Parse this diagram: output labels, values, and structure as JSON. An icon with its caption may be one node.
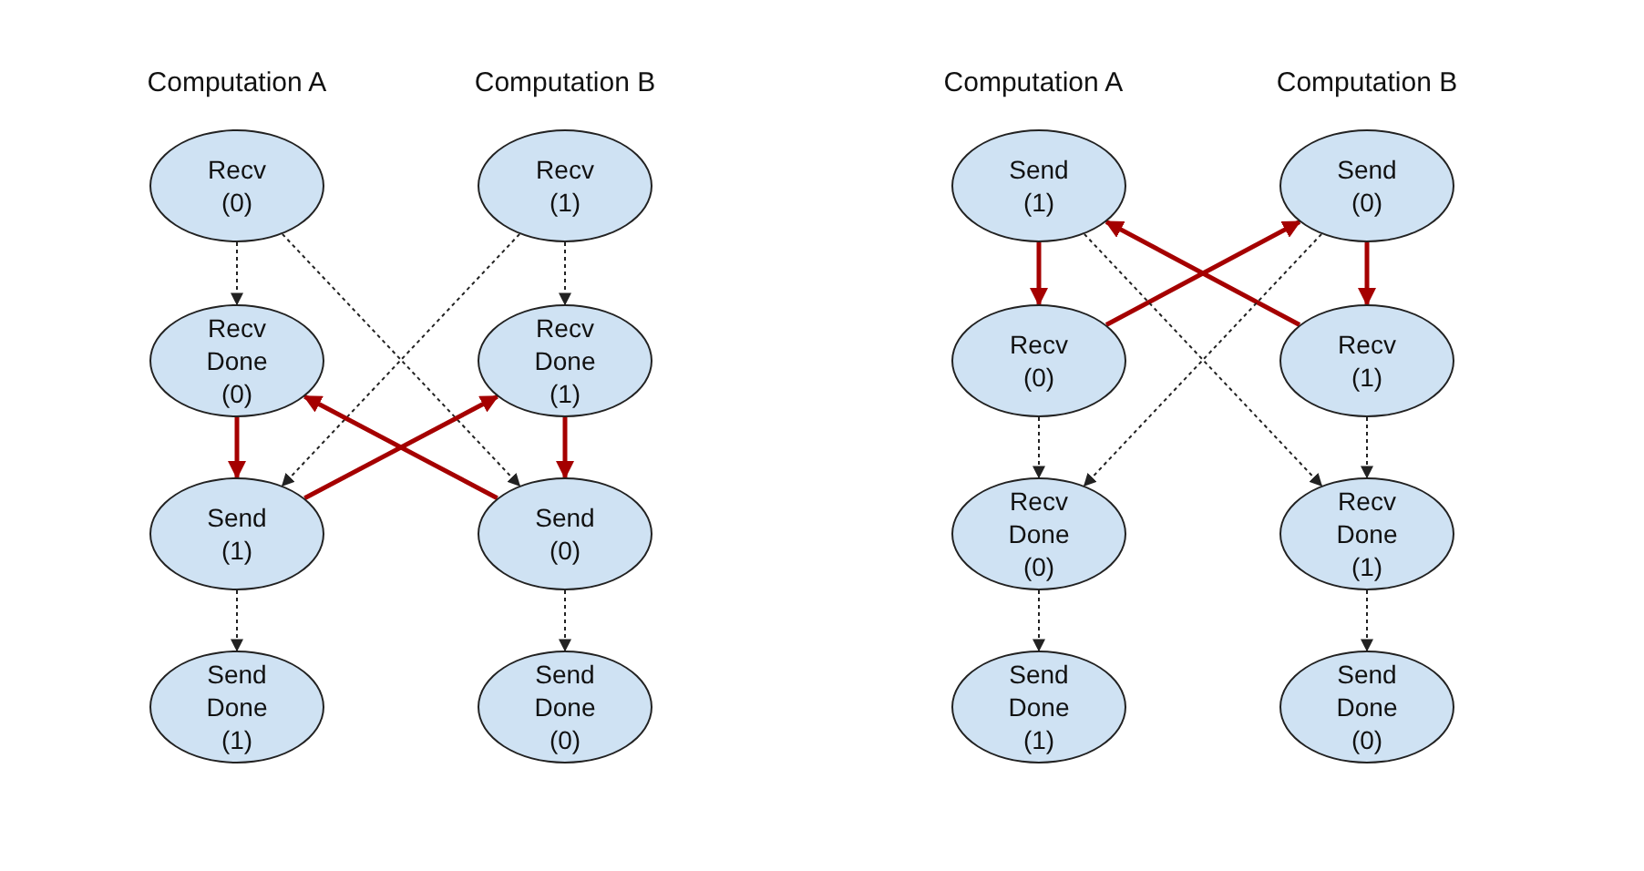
{
  "diagram": {
    "nodes": [
      {
        "text": [
          "Recv (0)"
        ]
      },
      {
        "text": [
          "Recv (1)"
        ]
      },
      {
        "text": [
          "Recv Done (0)"
        ]
      },
      {
        "text": [
          "Recv Done (1)"
        ]
      },
      {
        "text": [
          "Send (1)"
        ]
      },
      {
        "text": [
          "Send (0)"
        ]
      },
      {
        "text": [
          "Send Done (1)"
        ]
      },
      {
        "text": [
          "Send Done (0)"
        ]
      },
      {
        "text": [
          "Send (1)"
        ]
      },
      {
        "text": [
          "Send (0)"
        ]
      },
      {
        "text": [
          "Recv (0)"
        ]
      },
      {
        "text": [
          "Recv (1)"
        ]
      },
      {
        "text": [
          "Recv Done (0)"
        ]
      },
      {
        "text": [
          "Recv Done (1)"
        ]
      },
      {
        "text": [
          "Send Done (1)"
        ]
      },
      {
        "text": [
          "Send Done (0)"
        ]
      }
    ],
    "edges": [
      {
        "from": 0,
        "to": 2,
        "arrow": "to",
        "style": "dashed"
      },
      {
        "from": 0,
        "to": 5,
        "arrow": "to",
        "style": "dashed"
      },
      {
        "from": 1,
        "to": 3,
        "arrow": "to",
        "style": "dashed"
      },
      {
        "from": 1,
        "to": 4,
        "arrow": "to",
        "style": "dashed"
      },
      {
        "from": 2,
        "to": 4,
        "arrow": "to",
        "style": "thick",
        "color": "#a50000"
      },
      {
        "from": 3,
        "to": 5,
        "arrow": "to",
        "style": "thick",
        "color": "#a50000"
      },
      {
        "from": 4,
        "to": 3,
        "arrow": "to",
        "style": "thick",
        "color": "#a50000"
      },
      {
        "from": 5,
        "to": 2,
        "arrow": "to",
        "style": "thick",
        "color": "#a50000"
      },
      {
        "from": 4,
        "to": 6,
        "arrow": "to",
        "style": "dashed"
      },
      {
        "from": 5,
        "to": 7,
        "arrow": "to",
        "style": "dashed"
      },
      {
        "from": 8,
        "to": 10,
        "arrow": "to",
        "style": "thick",
        "color": "#a50000"
      },
      {
        "from": 9,
        "to": 11,
        "arrow": "to",
        "style": "thick",
        "color": "#a50000"
      },
      {
        "from": 10,
        "to": 9,
        "arrow": "to",
        "style": "thick",
        "color": "#a50000"
      },
      {
        "from": 11,
        "to": 8,
        "arrow": "to",
        "style": "thick",
        "color": "#a50000"
      },
      {
        "from": 8,
        "to": 13,
        "arrow": "to",
        "style": "dashed"
      },
      {
        "from": 9,
        "to": 12,
        "arrow": "to",
        "style": "dashed"
      },
      {
        "from": 10,
        "to": 12,
        "arrow": "to",
        "style": "dashed"
      },
      {
        "from": 11,
        "to": 13,
        "arrow": "to",
        "style": "dashed"
      },
      {
        "from": 12,
        "to": 14,
        "arrow": "to",
        "style": "dashed"
      },
      {
        "from": 13,
        "to": 15,
        "arrow": "to",
        "style": "dashed"
      }
    ],
    "labels": [
      "Computation A",
      "Computation B",
      "Computation A",
      "Computation B"
    ]
  }
}
